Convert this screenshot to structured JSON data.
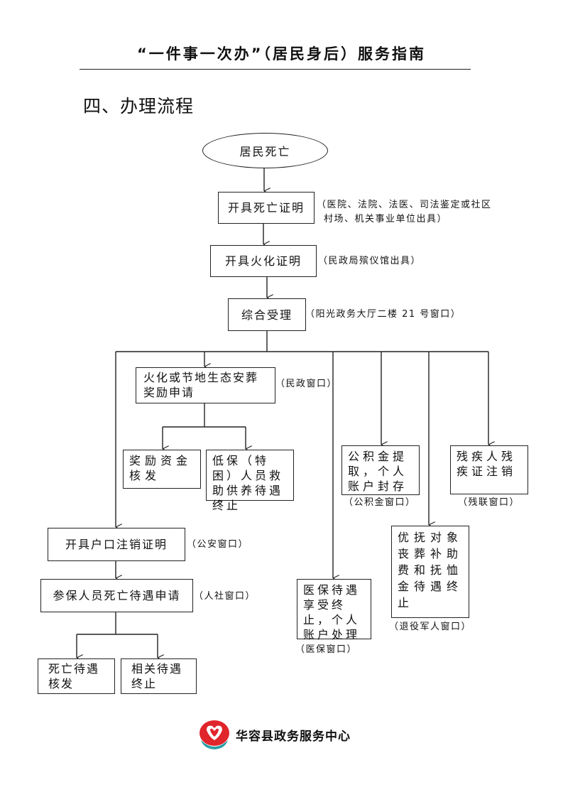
{
  "header": {
    "title": "“一件事一次办”（居民身后）服务指南",
    "section_heading": "四、办理流程"
  },
  "flow": {
    "start": "居民死亡",
    "death_certificate": {
      "label": "开具死亡证明",
      "note_line1": "（医院、法院、法医、司法鉴定或社区",
      "note_line2": "村场、机关事业单位出具）"
    },
    "cremation_certificate": {
      "label": "开具火化证明",
      "note": "（民政局殡仪馆出具）"
    },
    "comprehensive_acceptance": {
      "label": "综合受理",
      "note": "（阳光政务大厅二楼 21 号窗口）"
    },
    "eco_burial": {
      "label": "火化或节地生态安葬奖励申请",
      "note": "（民政窗口）"
    },
    "reward_funds": {
      "label": "奖励资金核发"
    },
    "subsistence_end": {
      "label": "低保（特困）人员救助供养待遇终止"
    },
    "housing_fund": {
      "label": "公积金提取，个人账户封存",
      "note": "（公积金窗口）"
    },
    "disability_cert": {
      "label": "残疾人残疾证注销",
      "note": "（残联窗口）"
    },
    "veteran_benefits": {
      "label": "优抚对象丧葬补助费和抚恤金待遇终止",
      "note": "（退役军人窗口）"
    },
    "medical_insurance": {
      "label": "医保待遇享受终止，个人账户处理",
      "note": "（医保窗口）"
    },
    "household_cancel": {
      "label": "开具户口注销证明",
      "note": "（公安窗口）"
    },
    "insured_death": {
      "label": "参保人员死亡待遇申请",
      "note": "（人社窗口）"
    },
    "death_benefits": {
      "label": "死亡待遇核发"
    },
    "related_end": {
      "label": "相关待遇终止"
    }
  },
  "footer": {
    "org_name": "华容县政务服务中心"
  },
  "colors": {
    "logo_red": "#e0262b",
    "logo_teal": "#2a9fa6"
  }
}
